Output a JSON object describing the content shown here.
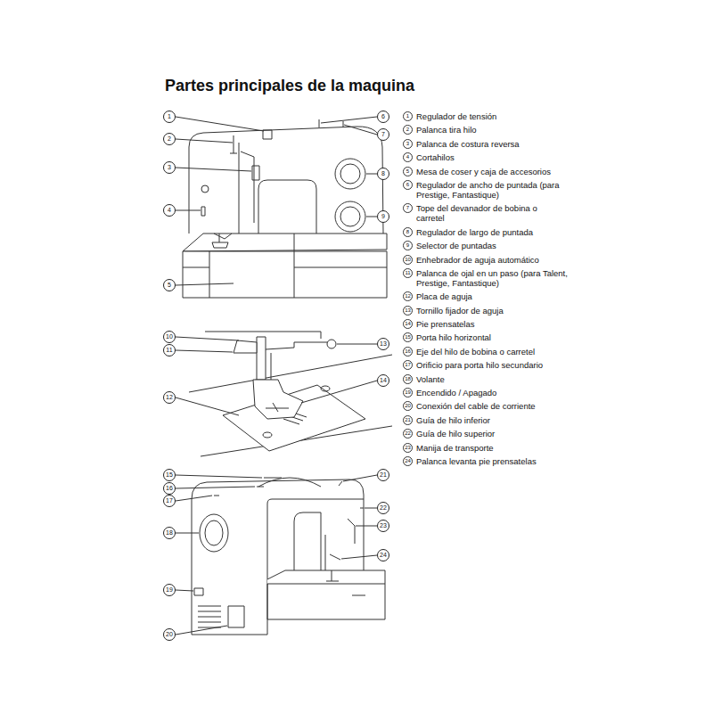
{
  "diagram": {
    "title": "Partes principales de la maquina",
    "labels": [
      "1",
      "2",
      "3",
      "4",
      "5",
      "6",
      "7",
      "8",
      "9",
      "10",
      "11",
      "12",
      "13",
      "14",
      "15",
      "16",
      "17",
      "18",
      "19",
      "20",
      "21",
      "22",
      "23",
      "24",
      "1",
      "Regulador de tensión",
      "2",
      "Palanca tira hilo",
      "3",
      "Palanca de costura reversa",
      "4",
      "Cortahilos",
      "5",
      "Mesa de coser y caja de accesorios",
      "6",
      "Regulador de ancho de puntada (para Prestige, Fantastique)",
      "7",
      "Tope del devanador de bobina o carretel",
      "8",
      "Regulador de largo de puntada",
      "9",
      "Selector de puntadas",
      "10",
      "Enhebrador de aguja automático",
      "11",
      "Palanca de ojal en un paso (para Talent, Prestige, Fantastique)",
      "12",
      "Placa de aguja",
      "13",
      "Tornillo fijador de aguja",
      "14",
      "Pie prensatelas",
      "15",
      "Porta hilo horizontal",
      "16",
      "Eje del hilo de bobina o carretel",
      "17",
      "Orificio para porta hilo secundario",
      "18",
      "Volante",
      "19",
      "Encendido / Apagado",
      "20",
      "Conexión del cable de corriente",
      "21",
      "Guía de hilo inferior",
      "22",
      "Guía de hilo superior",
      "23",
      "Manija de transporte",
      "24",
      "Palanca levanta pie prensatelas"
    ]
  }
}
